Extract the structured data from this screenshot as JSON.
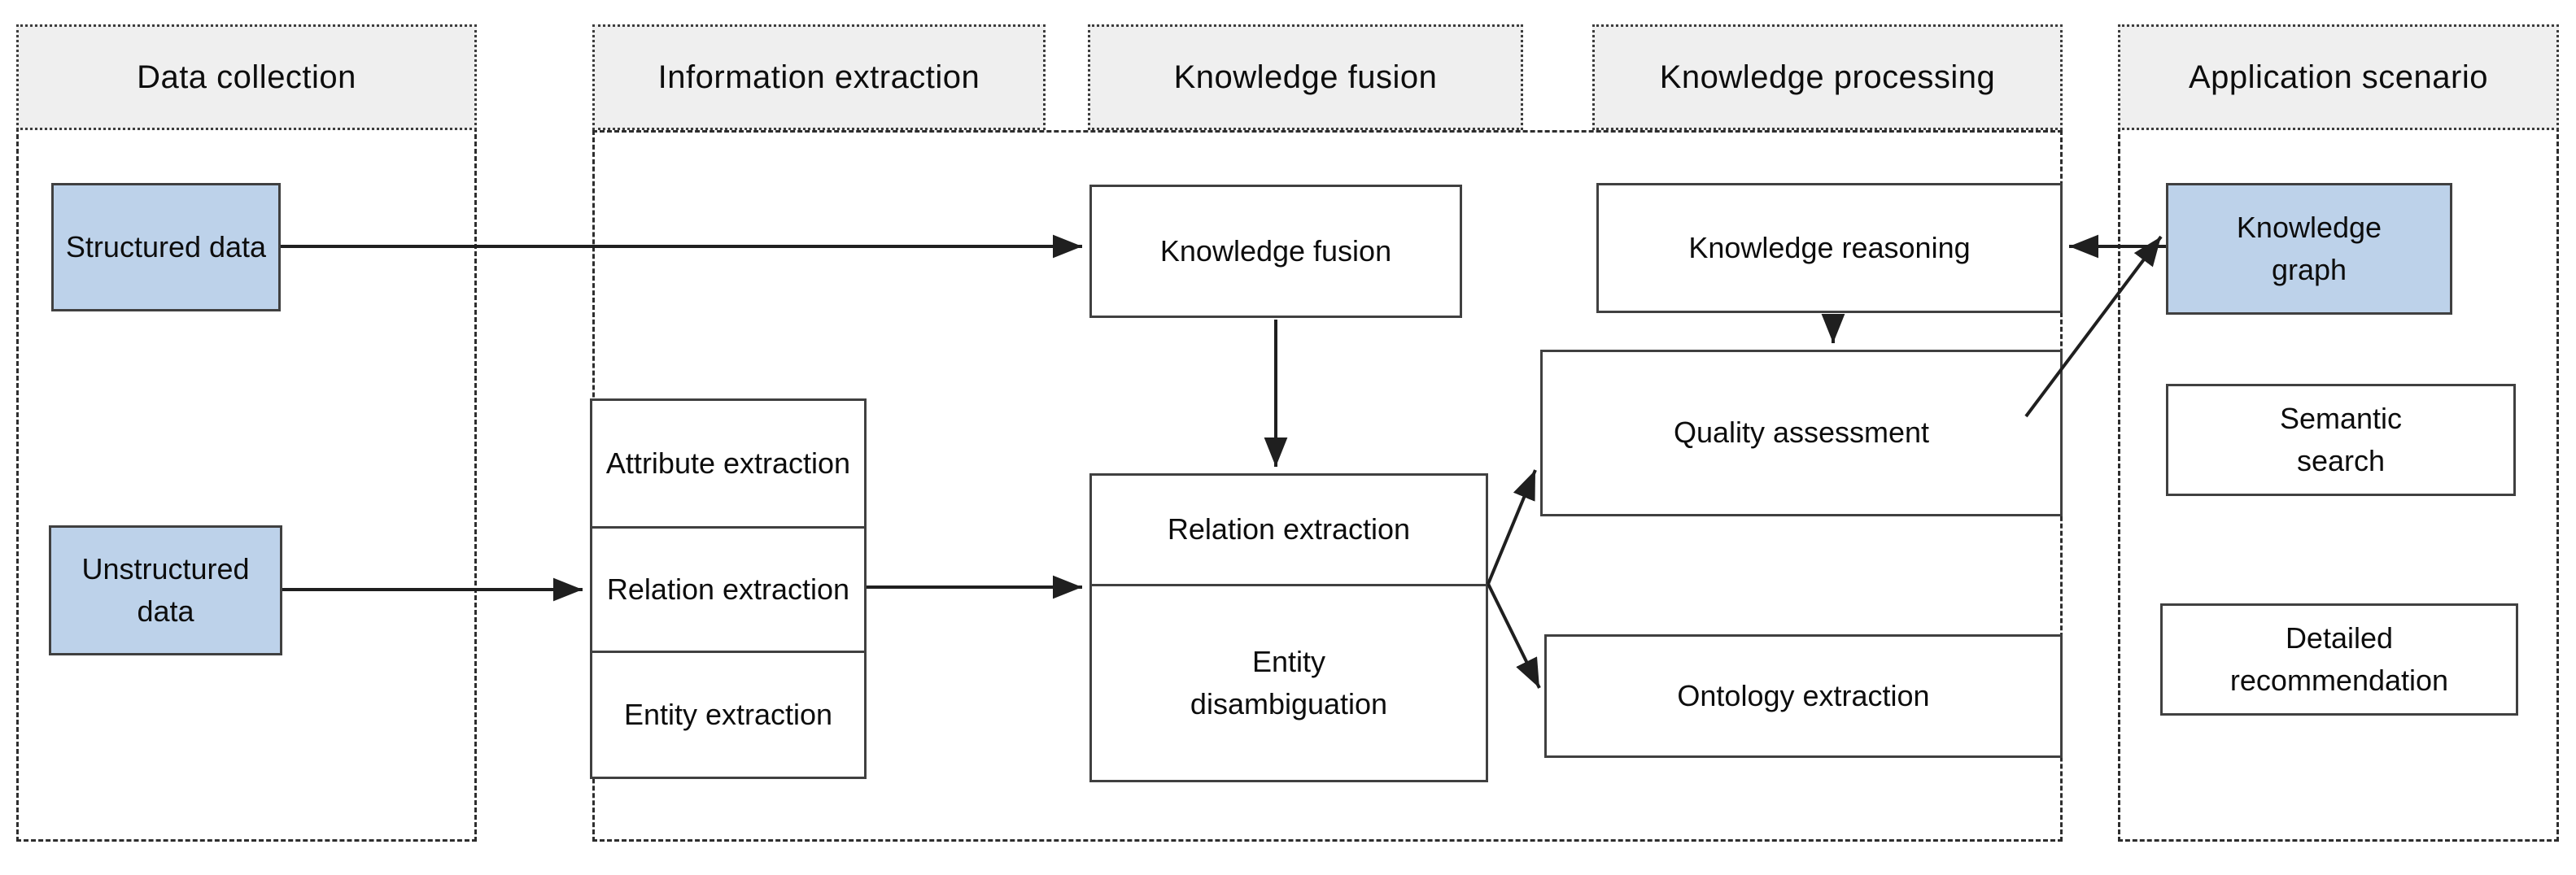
{
  "columns": [
    {
      "title": "Data collection",
      "boxes": [
        {
          "label": "Structured data"
        },
        {
          "label": "Unstructured\ndata"
        }
      ]
    },
    {
      "title": "Information extraction",
      "boxes": [
        {
          "label": "Attribute extraction"
        },
        {
          "label": "Relation extraction"
        },
        {
          "label": "Entity extraction"
        }
      ]
    },
    {
      "title": "Knowledge fusion",
      "boxes": [
        {
          "label": "Knowledge fusion"
        },
        {
          "label": "Relation extraction"
        },
        {
          "label": "Entity\ndisambiguation"
        }
      ]
    },
    {
      "title": "Knowledge processing",
      "boxes": [
        {
          "label": "Knowledge reasoning"
        },
        {
          "label": "Quality assessment"
        },
        {
          "label": "Ontology extraction"
        }
      ]
    },
    {
      "title": "Application scenario",
      "boxes": [
        {
          "label": "Knowledge\ngraph"
        },
        {
          "label": "Semantic\nsearch"
        },
        {
          "label": "Detailed\nrecommendation"
        }
      ]
    }
  ],
  "colors": {
    "highlight_fill": "#bdd2ea",
    "header_fill": "#efefef",
    "box_border": "#404040",
    "arrow": "#1f1f1f"
  }
}
